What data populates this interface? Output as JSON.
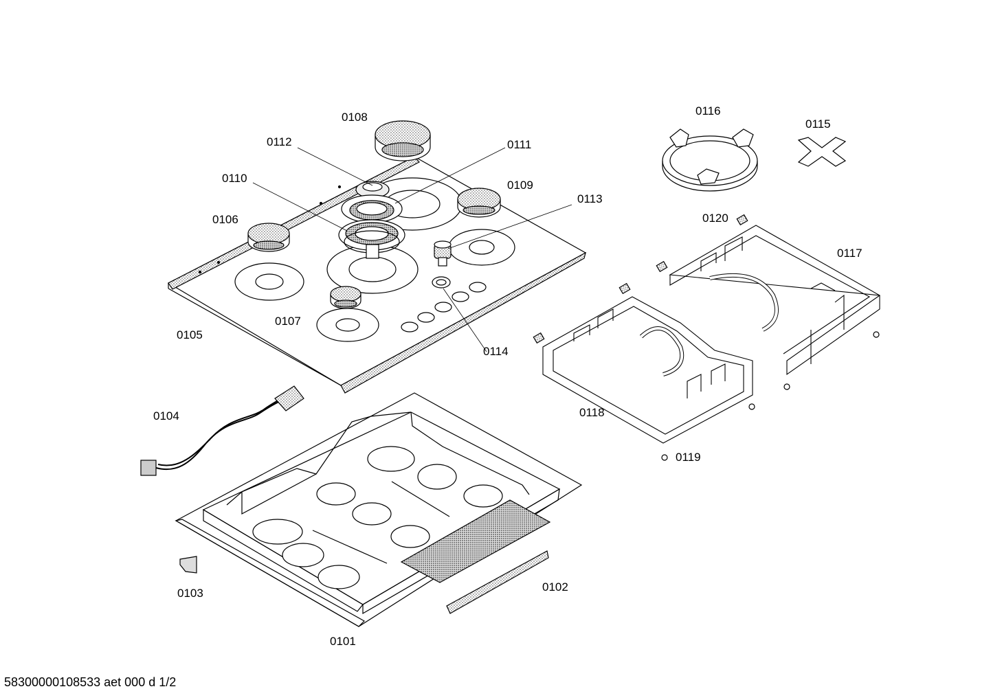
{
  "labels": {
    "p0101": "0101",
    "p0102": "0102",
    "p0103": "0103",
    "p0104": "0104",
    "p0105": "0105",
    "p0106": "0106",
    "p0107": "0107",
    "p0108": "0108",
    "p0109": "0109",
    "p0110": "0110",
    "p0111": "0111",
    "p0112": "0112",
    "p0113": "0113",
    "p0114": "0114",
    "p0115": "0115",
    "p0116": "0116",
    "p0117": "0117",
    "p0118": "0118",
    "p0119": "0119",
    "p0120": "0120"
  },
  "footer": "58300000108533 aet 000 d 1/2"
}
